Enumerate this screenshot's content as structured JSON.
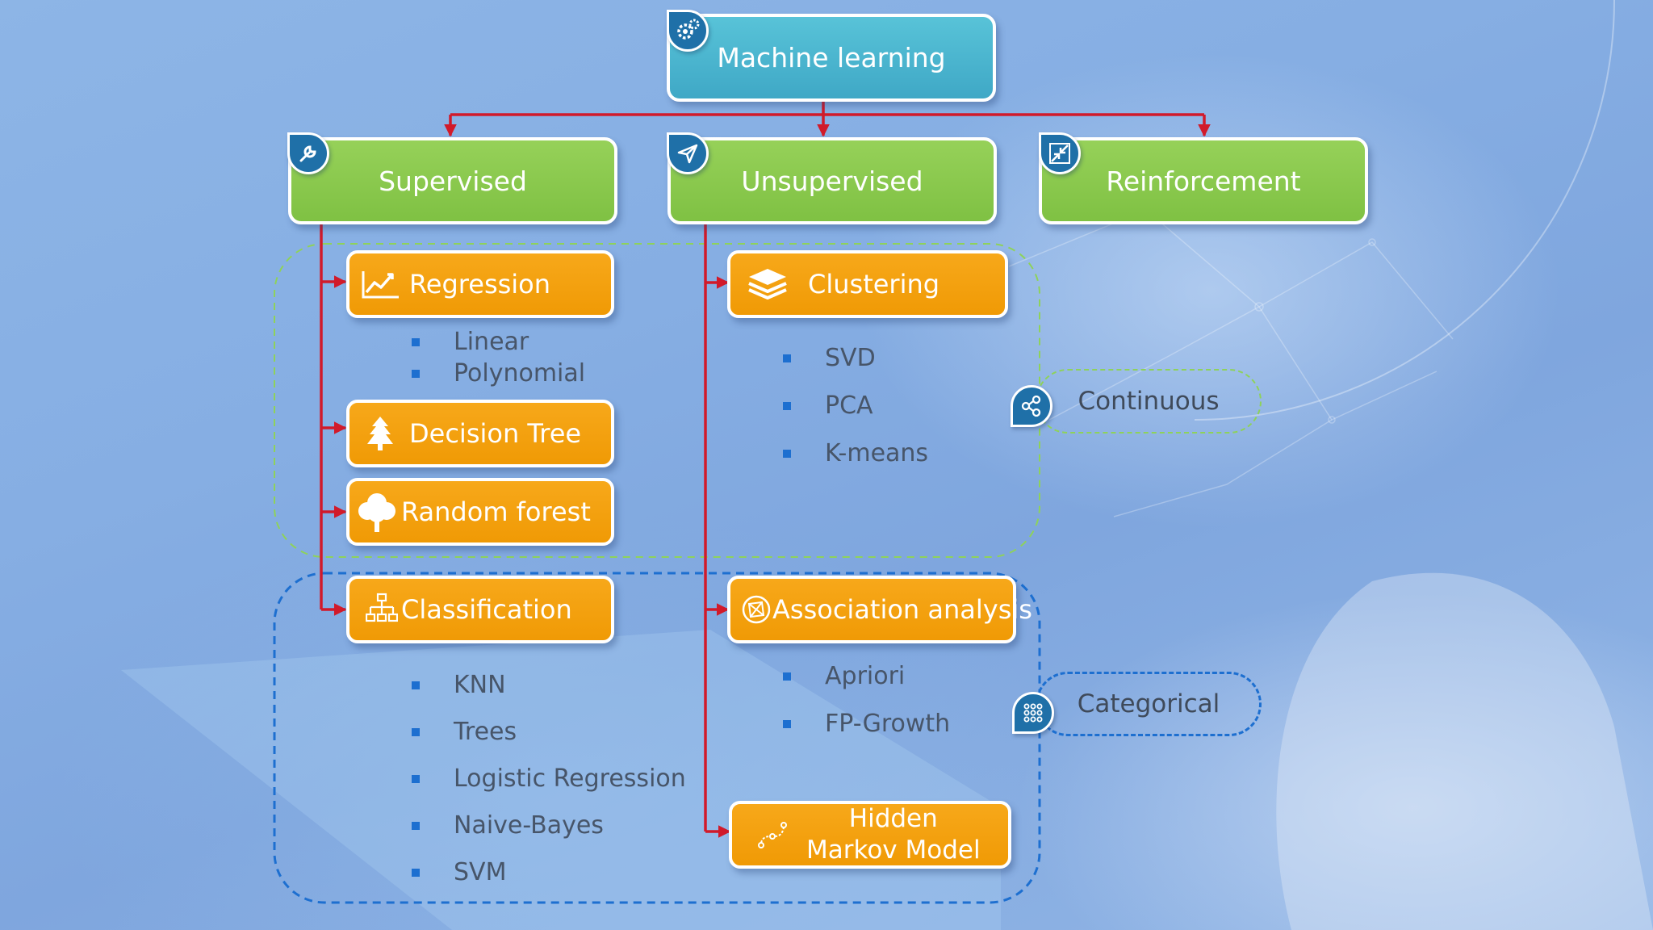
{
  "root": {
    "label": "Machine learning"
  },
  "categories": {
    "supervised": "Supervised",
    "unsupervised": "Unsupervised",
    "reinforcement": "Reinforcement"
  },
  "methods": {
    "regression": "Regression",
    "decision_tree": "Decision Tree",
    "random_forest": "Random forest",
    "classification": "Classification",
    "clustering": "Clustering",
    "association": "Association analysis",
    "hmm_line1": "Hidden",
    "hmm_line2": "Markov Model"
  },
  "regression_items": [
    "Linear",
    "Polynomial"
  ],
  "clustering_items": [
    "SVD",
    "PCA",
    "K-means"
  ],
  "classification_items": [
    "KNN",
    "Trees",
    "Logistic Regression",
    "Naive-Bayes",
    "SVM"
  ],
  "association_items": [
    "Apriori",
    "FP-Growth"
  ],
  "legend": {
    "continuous": "Continuous",
    "categorical": "Categorical"
  },
  "colors": {
    "teal": "#48b5cf",
    "green": "#8bc94f",
    "orange": "#f5a00e",
    "connector": "#d11a2a",
    "icon_badge": "#1f70a8",
    "continuous_outline": "#8ed25a",
    "categorical_outline": "#1d6fd0"
  },
  "icons": {
    "root": "gears-icon",
    "supervised": "wrench-icon",
    "unsupervised": "paper-plane-icon",
    "reinforcement": "compress-arrows-icon",
    "regression": "line-chart-icon",
    "decision_tree": "pine-tree-icon",
    "random_forest": "tree-icon",
    "classification": "hierarchy-icon",
    "clustering": "layers-icon",
    "association": "network-globe-icon",
    "hmm": "path-nodes-icon",
    "continuous": "share-icon",
    "categorical": "dots-grid-icon"
  }
}
